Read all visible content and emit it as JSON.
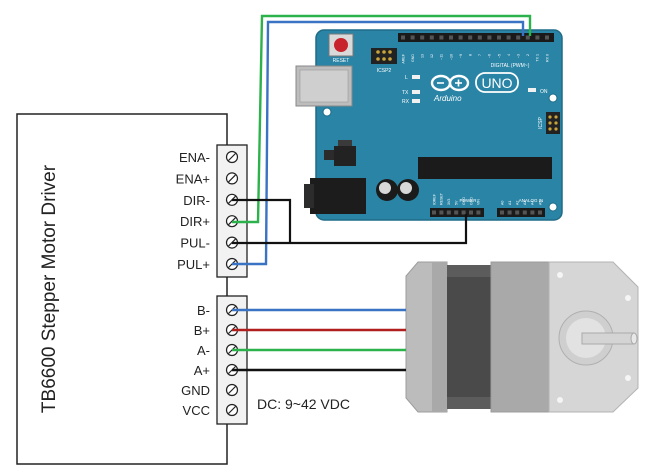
{
  "driver": {
    "title": "TB6600 Stepper Motor Driver",
    "control_terminals": [
      "ENA-",
      "ENA+",
      "DIR-",
      "DIR+",
      "PUL-",
      "PUL+"
    ],
    "power_terminals": [
      "B-",
      "B+",
      "A-",
      "A+",
      "GND",
      "VCC"
    ],
    "supply_note": "DC: 9~42 VDC"
  },
  "arduino": {
    "reset_label": "RESET",
    "icsp2_label": "ICSP2",
    "icsp_label": "ICSP",
    "digital_label": "DIGITAL (PWM~)",
    "brand": "Arduino",
    "model": "UNO",
    "on_label": "ON",
    "led_labels": [
      "L",
      "TX",
      "RX"
    ],
    "power_label": "POWER",
    "analog_label": "ANALOG IN",
    "digital_pins": [
      "AREF",
      "GND",
      "13",
      "12",
      "~11",
      "~10",
      "~9",
      "8",
      "7",
      "~6",
      "~5",
      "4",
      "~3",
      "2",
      "TX 1",
      "RX 0"
    ],
    "power_pins": [
      "IOREF",
      "RESET",
      "3V3",
      "5V",
      "GND",
      "GND",
      "VIN"
    ],
    "analog_pins": [
      "A0",
      "A1",
      "A2",
      "A3",
      "A4",
      "A5"
    ]
  },
  "wire_colors": {
    "blue": "#3a72c4",
    "red": "#b01e1e",
    "green": "#2bb24a",
    "black": "#111111",
    "board": "#2a84a5"
  }
}
